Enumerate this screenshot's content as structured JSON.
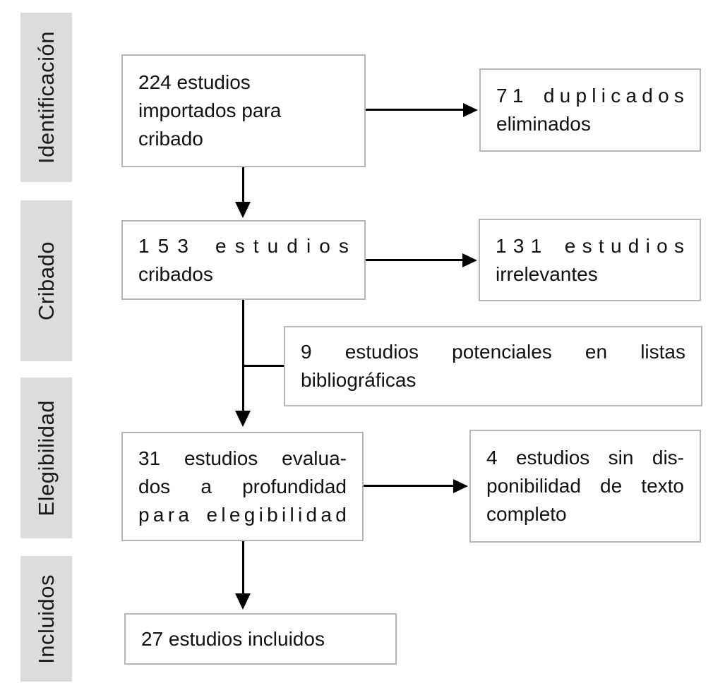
{
  "stages": [
    {
      "label": "Identificación"
    },
    {
      "label": "Cribado"
    },
    {
      "label": "Elegibilidad"
    },
    {
      "label": "Incluidos"
    }
  ],
  "boxes": {
    "imported": {
      "lines": [
        "224 estudios",
        "importados para",
        "cribado"
      ]
    },
    "duplicates": {
      "lines": [
        "71 duplicados",
        "eliminados"
      ]
    },
    "screened": {
      "lines": [
        "153 estudios",
        "cribados"
      ]
    },
    "irrelevant": {
      "lines": [
        "131 estudios",
        "irrelevantes"
      ]
    },
    "potential": {
      "lines": [
        "9 estudios potenciales en listas",
        "bibliográficas"
      ]
    },
    "assessed": {
      "lines": [
        "31 estudios evalua-",
        "dos a profundidad",
        "para elegibilidad"
      ]
    },
    "no_fulltext": {
      "lines": [
        "4 estudios sin dis-",
        "ponibilidad de texto",
        "completo"
      ]
    },
    "included": {
      "lines": [
        "27 estudios incluidos"
      ]
    }
  },
  "colors": {
    "band_background": "#dcdcdc",
    "box_border": "#b7b7b7",
    "arrow": "#000000",
    "text": "#111111",
    "page_background": "#ffffff"
  }
}
